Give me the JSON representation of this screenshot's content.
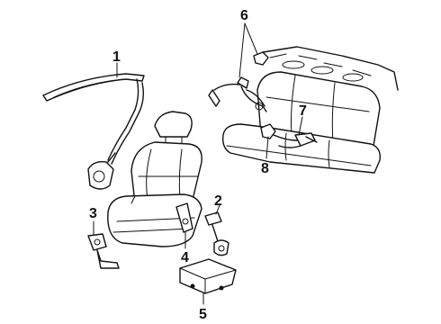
{
  "callouts": {
    "c1": "1",
    "c2": "2",
    "c3": "3",
    "c4": "4",
    "c5": "5",
    "c6": "6",
    "c7": "7",
    "c8": "8"
  },
  "colors": {
    "ink": "#111111",
    "background": "#ffffff"
  }
}
